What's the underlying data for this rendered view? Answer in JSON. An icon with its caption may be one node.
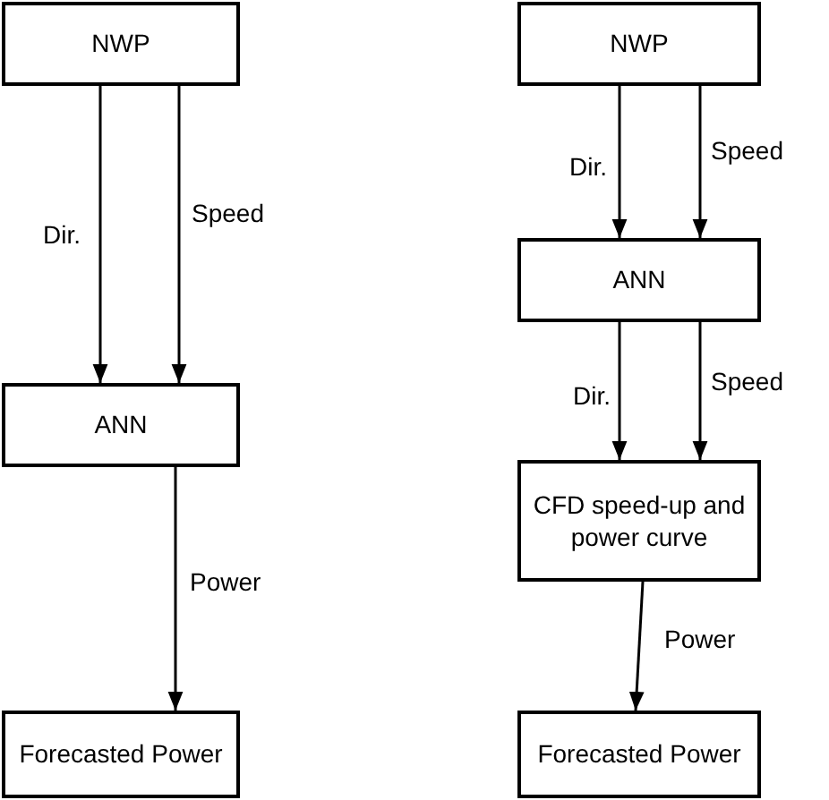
{
  "diagram": {
    "nodes": [
      {
        "text": [
          "NWP"
        ]
      },
      {
        "text": [
          "ANN"
        ]
      },
      {
        "text": [
          "Forecasted Power"
        ]
      },
      {
        "text": [
          "NWP"
        ]
      },
      {
        "text": [
          "ANN"
        ]
      },
      {
        "text": [
          "CFD speed-up and power curve"
        ]
      },
      {
        "text": [
          "Forecasted Power"
        ]
      }
    ],
    "edges": [
      {
        "from": 0,
        "to": 1,
        "arrow": "to",
        "label": "Dir."
      },
      {
        "from": 0,
        "to": 1,
        "arrow": "to",
        "label": "Speed"
      },
      {
        "from": 1,
        "to": 2,
        "arrow": "to",
        "label": "Power"
      },
      {
        "from": 3,
        "to": 4,
        "arrow": "to",
        "label": "Dir."
      },
      {
        "from": 3,
        "to": 4,
        "arrow": "to",
        "label": "Speed"
      },
      {
        "from": 4,
        "to": 5,
        "arrow": "to",
        "label": "Dir."
      },
      {
        "from": 4,
        "to": 5,
        "arrow": "to",
        "label": "Speed"
      },
      {
        "from": 5,
        "to": 6,
        "arrow": "to",
        "label": "Power"
      }
    ]
  }
}
